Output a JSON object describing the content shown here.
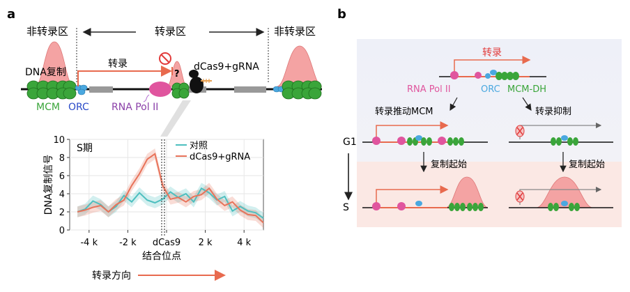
{
  "panel_a": {
    "letter": "a",
    "non_transcribed_left": "非转录区",
    "transcribed_region": "转录区",
    "non_transcribed_right": "非转录区",
    "dna_replication": "DNA复制",
    "transcription": "转录",
    "question_mark": "?",
    "dcas9_label": "dCas9+gRNA",
    "mcm_label": "MCM",
    "orc_label": "ORC",
    "pol2_label": "RNA Pol II",
    "transcription_direction": "转录方向",
    "colors": {
      "mcm": "#3aa53a",
      "orc": "#4aa8e0",
      "pol2": "#e0559e",
      "peak": "#f4a3a3",
      "arrow": "#e86a4e",
      "control_line": "#4dbfbf",
      "treatment_line": "#e8735a"
    }
  },
  "panel_b": {
    "letter": "b",
    "transcription": "转录",
    "pol2": "RNA Pol II",
    "orc": "ORC",
    "mcm_dh": "MCM-DH",
    "push_mcm": "转录推动MCM",
    "inhibit": "转录抑制",
    "g1": "G1",
    "s": "S",
    "origin_left": "复制起始",
    "origin_right": "复制起始"
  },
  "chart_data": {
    "type": "line",
    "panel_label": "S期",
    "ylabel": "DNA复制信号",
    "xlabel": "结合位点",
    "ylim": [
      0,
      10
    ],
    "xlim": [
      -5,
      5
    ],
    "y_ticks": [
      "0",
      "2",
      "4",
      "6",
      "8",
      "10"
    ],
    "x_ticks": [
      "-4 k",
      "-2 k",
      "dCas9",
      "2 k",
      "4 k"
    ],
    "x_tick_values": [
      -4,
      -2,
      0,
      2,
      4
    ],
    "y_tick_values": [
      0,
      2,
      4,
      6,
      8,
      10
    ],
    "x": [
      -4.6,
      -4.2,
      -3.8,
      -3.4,
      -3.0,
      -2.6,
      -2.2,
      -1.8,
      -1.4,
      -1.0,
      -0.6,
      -0.2,
      0.2,
      0.6,
      1.0,
      1.4,
      1.8,
      2.2,
      2.6,
      3.0,
      3.4,
      3.8,
      4.2,
      4.6,
      5.0
    ],
    "series": [
      {
        "name": "对照",
        "values": [
          2.0,
          2.3,
          3.2,
          2.8,
          2.0,
          2.6,
          3.8,
          3.1,
          4.1,
          3.3,
          3.0,
          3.4,
          4.2,
          3.6,
          4.0,
          3.1,
          4.6,
          4.1,
          3.3,
          3.7,
          2.1,
          2.6,
          2.1,
          1.9,
          1.3
        ]
      },
      {
        "name": "dCas9+gRNA",
        "values": [
          2.0,
          2.2,
          2.5,
          2.7,
          2.0,
          2.8,
          3.3,
          4.9,
          6.2,
          7.8,
          8.4,
          4.9,
          3.4,
          3.6,
          3.1,
          3.7,
          3.9,
          4.6,
          3.4,
          2.7,
          3.1,
          2.2,
          1.7,
          1.6,
          0.8
        ]
      }
    ]
  }
}
